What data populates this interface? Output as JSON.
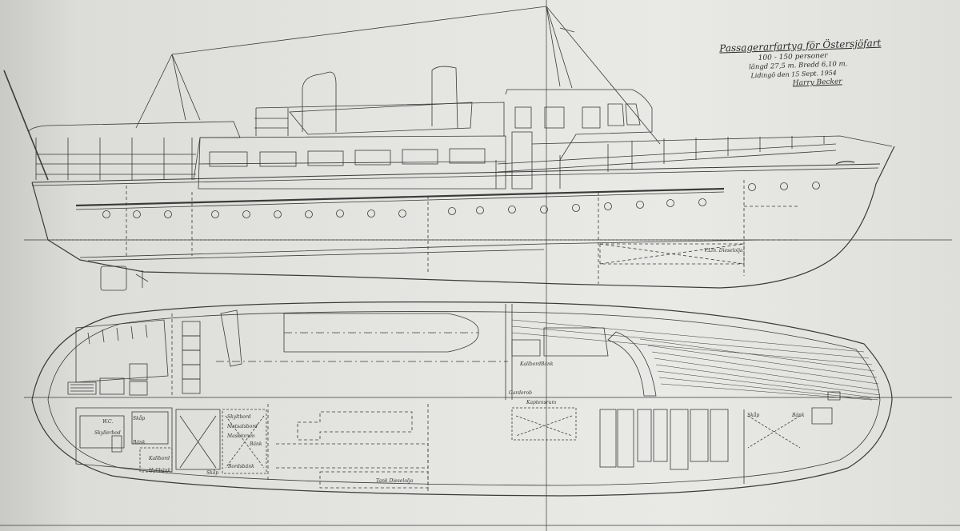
{
  "title_block": {
    "title": "Passagerarfartyg för Östersjöfart",
    "capacity": "100 - 150 personer",
    "dimensions": "längd 27,5 m. Bredd 6,10 m.",
    "place_date": "Lidingö den 15 Sept. 1954",
    "signature": "Harry Becker"
  },
  "labels": {
    "waterline": "V.Lin. Dieselolja",
    "wc": "W.C.",
    "skyllerbod": "Skyllerbod",
    "skap1": "Skåp",
    "bank1": "Bänk",
    "skyltbord": "Skyltbord",
    "matsalsbord": "Matsalsbord",
    "maskinrum": "Maskinrum",
    "bank2": "Bänk",
    "kallbord": "Kallbord",
    "hyllbank": "Hyllbänk",
    "skap2": "Skåp",
    "bordsbank": "Bordsbänk",
    "tank": "Tank Dieselolja",
    "kaptensrum": "Kaptensrum",
    "kallbord2": "Kallbord",
    "bank3": "Bänk",
    "garderob": "Garderob",
    "skap3": "Skåp",
    "bank4": "Bänk"
  }
}
